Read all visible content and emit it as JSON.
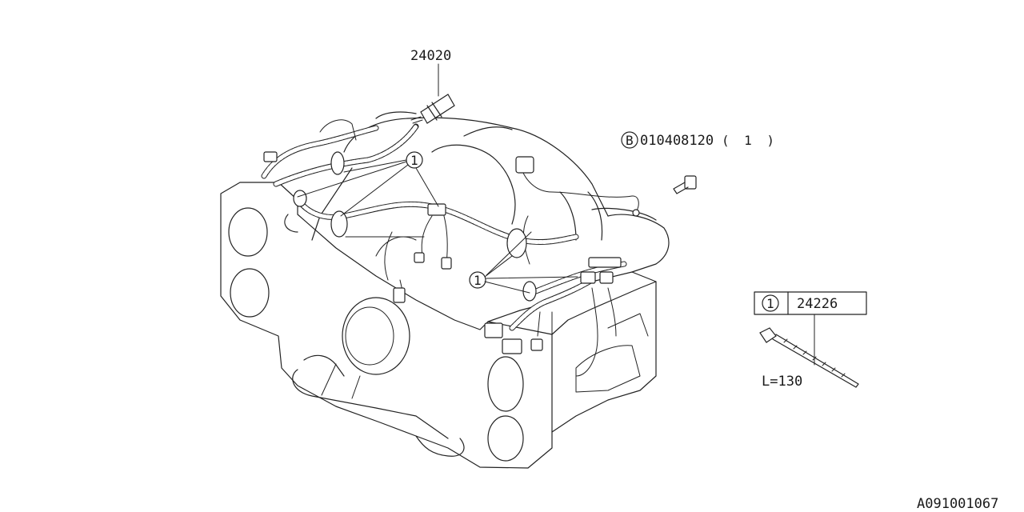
{
  "parts": {
    "top_part_number": "24020",
    "bolt_circle_letter": "B",
    "bolt_part_number": "010408120",
    "bolt_qty": "( 1 )",
    "callout_number": "1",
    "legend_callout": "1",
    "legend_part_number": "24226",
    "tie_length": "L=130"
  },
  "diagram_id": "A091001067"
}
